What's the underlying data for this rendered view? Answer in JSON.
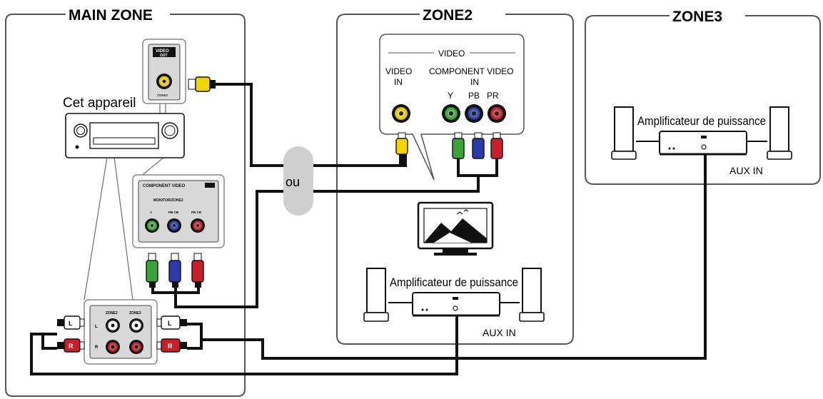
{
  "zones": {
    "main": "MAIN ZONE",
    "zone2": "ZONE2",
    "zone3": "ZONE3"
  },
  "main_zone": {
    "device_label": "Cet appareil",
    "video_jack_label": "VIDEO",
    "video_jack_sub": "OUT",
    "video_jack_bottom": "ZONE2",
    "component_panel_title": "COMPONENT VIDEO",
    "component_panel_subtitle": "MONITOR/ZONE2",
    "component_jacks": [
      "Y",
      "PB CB",
      "PR CR"
    ],
    "audio_panel_cols": [
      "ZONE2",
      "ZONE3"
    ],
    "audio_panel_rows": [
      "L",
      "R"
    ],
    "plug_left": [
      "L",
      "R"
    ],
    "plug_right": [
      "L",
      "R"
    ]
  },
  "or_label": "ou",
  "zone2": {
    "video_group_title": "VIDEO",
    "video_in_label": "VIDEO\nIN",
    "component_in_label": "COMPONENT VIDEO\nIN",
    "component_channels": [
      "Y",
      "PB",
      "PR"
    ],
    "amplifier_label": "Amplificateur de puissance",
    "aux_in_label": "AUX IN"
  },
  "zone3": {
    "amplifier_label": "Amplificateur de puissance",
    "aux_in_label": "AUX IN"
  },
  "colors": {
    "zone_border": "#555555",
    "cable": "#111111",
    "yellow": "#f2d400",
    "green": "#3aa33a",
    "blue": "#2b3aa8",
    "red": "#c8202a",
    "white": "#ffffff",
    "or_badge": "#cfcfcf"
  }
}
